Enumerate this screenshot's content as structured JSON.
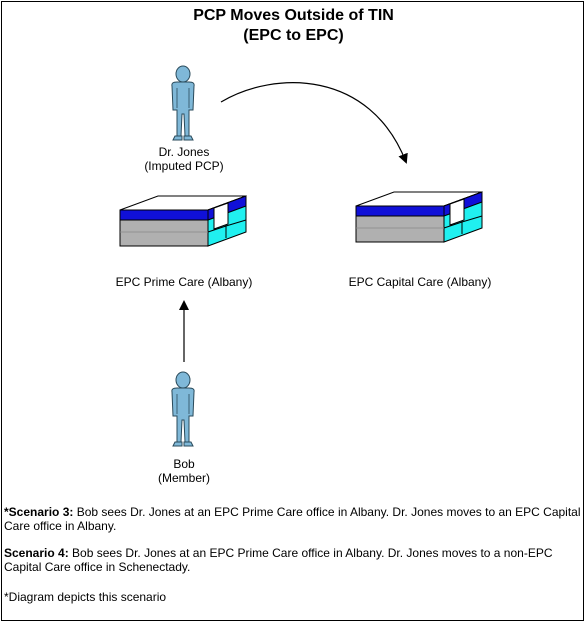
{
  "title": {
    "line1": "PCP Moves Outside of TIN",
    "line2": "(EPC to EPC)"
  },
  "nodes": {
    "doctor": {
      "name": "Dr. Jones",
      "role": "(Imputed PCP)",
      "icon": "person-icon"
    },
    "office_from": {
      "label": "EPC Prime Care (Albany)",
      "icon": "building-icon"
    },
    "office_to": {
      "label": "EPC Capital Care (Albany)",
      "icon": "building-icon"
    },
    "member": {
      "name": "Bob",
      "role": "(Member)",
      "icon": "person-icon"
    }
  },
  "colors": {
    "person_fill": "#7fb8d8",
    "building_top": "#ffffff",
    "building_stripe": "#1010d8",
    "building_side_gray": "#b0b0b0",
    "building_side_cyan": "#20f0f0"
  },
  "notes": {
    "scenario3": {
      "lead": "*Scenario 3:",
      "text": " Bob sees Dr. Jones at an EPC Prime Care office in Albany. Dr. Jones moves to an EPC Capital Care office in Albany."
    },
    "scenario4": {
      "lead": "Scenario 4:",
      "text": " Bob sees Dr. Jones at an EPC Prime Care office in Albany. Dr. Jones moves to a non-EPC Capital Care office in Schenectady."
    },
    "footnote": "*Diagram depicts this scenario"
  }
}
